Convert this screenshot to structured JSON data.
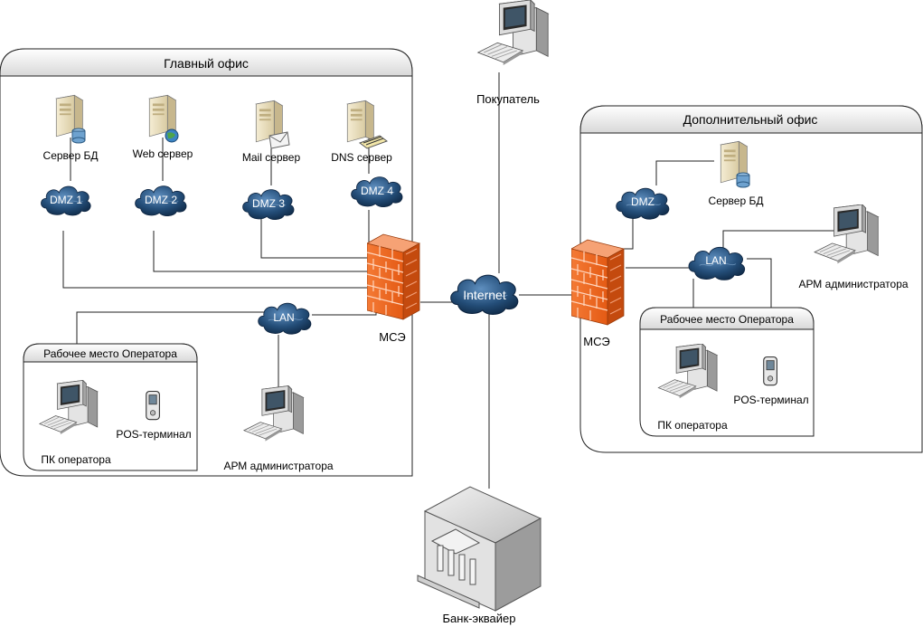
{
  "main_office": {
    "title": "Главный офис",
    "servers": {
      "db": "Сервер БД",
      "web": "Web сервер",
      "mail": "Mail сервер",
      "dns": "DNS сервер"
    },
    "dmz": [
      "DMZ 1",
      "DMZ 2",
      "DMZ 3",
      "DMZ 4"
    ],
    "lan": "LAN",
    "firewall": "МСЭ",
    "operator_group": {
      "title": "Рабочее место Оператора",
      "pc": "ПК оператора",
      "pos": "POS-терминал"
    },
    "admin": "АРМ администратора"
  },
  "buyer": "Покупатель",
  "internet": "Internet",
  "bank": "Банк-эквайер",
  "branch_office": {
    "title": "Дополнительный офис",
    "dmz": "DMZ",
    "db": "Сервер БД",
    "lan": "LAN",
    "firewall": "МСЭ",
    "admin": "АРМ администратора",
    "operator_group": {
      "title": "Рабочее место Оператора",
      "pc": "ПК оператора",
      "pos": "POS-терминал"
    }
  },
  "colors": {
    "cloud": "#1f4f7a",
    "firewall": "#f26a25",
    "panel_header": "#e6e6e6",
    "server": "#efe6c8"
  }
}
